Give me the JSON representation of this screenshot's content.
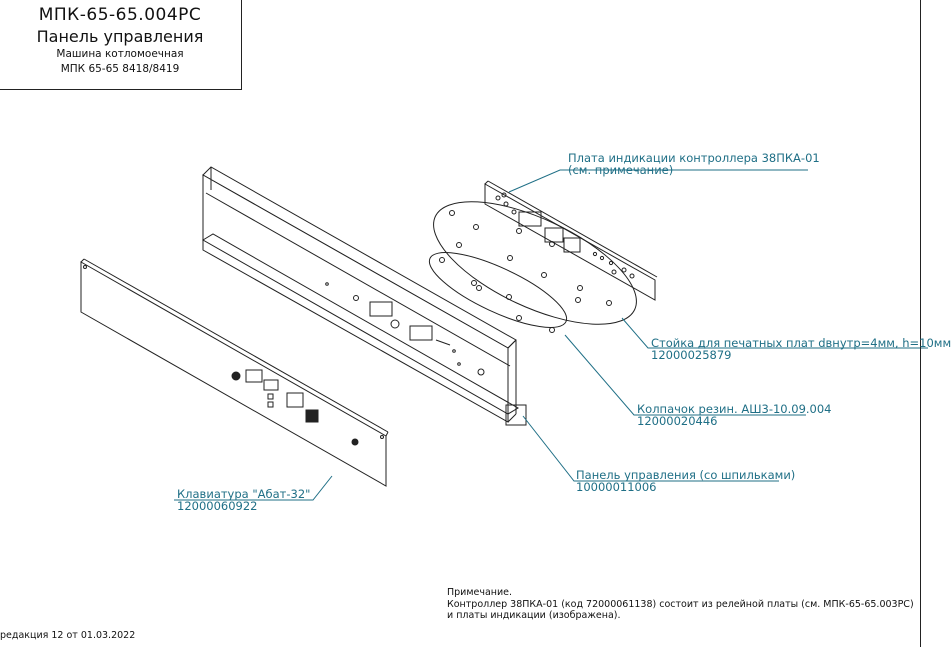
{
  "title_block": {
    "code": "МПК-65-65.004РС",
    "name": "Панель управления",
    "machine_line1": "Машина котломоечная",
    "machine_line2": "МПК 65-65 8418/8419"
  },
  "callouts": [
    {
      "id": "indication-board",
      "line1": "Плата индикации контроллера 38ПКА-01",
      "line2": "(см. примечание)"
    },
    {
      "id": "standoff",
      "line1": "Стойка для печатных плат dвнутр=4мм, h=10мм",
      "line2": "12000025879"
    },
    {
      "id": "rubber-cap",
      "line1": "Колпачок резин. АШ3-10.09.004",
      "line2": "12000020446"
    },
    {
      "id": "control-panel",
      "line1": "Панель управления (со шпильками)",
      "line2": "10000011006"
    },
    {
      "id": "keyboard",
      "line1": "Клавиатура \"Абат-32\"",
      "line2": "12000060922"
    }
  ],
  "note": {
    "heading": "Примечание.",
    "line1": "Контроллер 38ПКА-01 (код 72000061138) состоит из релейной платы (см. МПК-65-65.003РС)",
    "line2": "и платы индикации (изображена)."
  },
  "revision": "редакция 12 от 01.03.2022",
  "colors": {
    "callout": "#1f6f86",
    "line": "#222222"
  }
}
